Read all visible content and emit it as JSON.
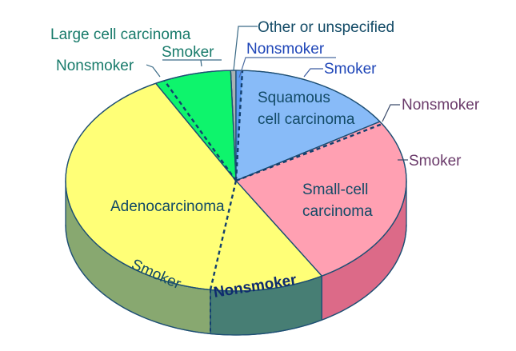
{
  "chart_data": {
    "type": "pie",
    "style": "3d-exploded-none",
    "title": "",
    "unit": "percent of lung cancer cases (approximate, read from slice angles)",
    "slices": [
      {
        "name": "Other or unspecified",
        "value": 0.5,
        "color": "#a8b2b4",
        "side_color": "#7c8688",
        "label_color": "#124a66",
        "subslices": []
      },
      {
        "name": "Squamous cell carcinoma",
        "label_lines": [
          "Squamous",
          "cell carcinoma"
        ],
        "value": 16,
        "color": "#88bbf8",
        "side_color": "#5a86c0",
        "label_color": "#124a66",
        "subslices": [
          {
            "name": "Nonsmoker",
            "value": 0.6,
            "color": "#5a9af2",
            "label_color": "#1f46b8"
          },
          {
            "name": "Smoker",
            "value": 15.4,
            "color": "#88bbf8",
            "label_color": "#1f46b8"
          }
        ]
      },
      {
        "name": "Small-cell carcinoma",
        "label_lines": [
          "Small-cell",
          "carcinoma"
        ],
        "value": 25.6,
        "color": "#ffa0b2",
        "side_color": "#dc6a88",
        "label_color": "#124a66",
        "subslices": [
          {
            "name": "Nonsmoker",
            "value": 0.4,
            "color": "#ffa0b2",
            "label_color": "#6a3a6a"
          },
          {
            "name": "Smoker",
            "value": 25.2,
            "color": "#ffa0b2",
            "label_color": "#6a3a6a"
          }
        ]
      },
      {
        "name": "Adenocarcinoma",
        "label_lines": [
          "Adenocarcinoma"
        ],
        "value": 50.6,
        "color": "#ffff77",
        "side_color": "#88a870",
        "label_color": "#124a66",
        "subslices": [
          {
            "name": "Nonsmoker",
            "value": 10.8,
            "color": "#ffff77",
            "side_color": "#477e74",
            "label_color": "#0e2a6e"
          },
          {
            "name": "Smoker",
            "value": 39.8,
            "color": "#ffff77",
            "side_color": "#88a870",
            "label_color": "#124a66"
          }
        ]
      },
      {
        "name": "Large cell carcinoma",
        "label_lines": [
          "Large cell carcinoma"
        ],
        "value": 7.3,
        "color": "#0ef46c",
        "side_color": "#0aa84a",
        "label_color": "#177a6a",
        "subslices": [
          {
            "name": "Nonsmoker",
            "value": 0.9,
            "color": "#0ef46c",
            "label_color": "#177a6a"
          },
          {
            "name": "Smoker",
            "value": 6.4,
            "color": "#0ef46c",
            "label_color": "#177a6a"
          }
        ]
      }
    ],
    "start_angle": "-0.5% from top, clockwise",
    "legend": "none (callout labels)",
    "colors": {
      "outline": "#1e4f74",
      "background": "#ffffff"
    }
  },
  "labels": {
    "other": "Other or unspecified",
    "squamous_nonsmoker": "Nonsmoker",
    "squamous_smoker": "Smoker",
    "squamous_line1": "Squamous",
    "squamous_line2": "cell carcinoma",
    "smallcell_nonsmoker": "Nonsmoker",
    "smallcell_smoker": "Smoker",
    "smallcell_line1": "Small-cell",
    "smallcell_line2": "carcinoma",
    "adeno": "Adenocarcinoma",
    "adeno_smoker": "Smoker",
    "adeno_nonsmoker": "Nonsmoker",
    "large": "Large cell carcinoma",
    "large_smoker": "Smoker",
    "large_nonsmoker": "Nonsmoker"
  }
}
